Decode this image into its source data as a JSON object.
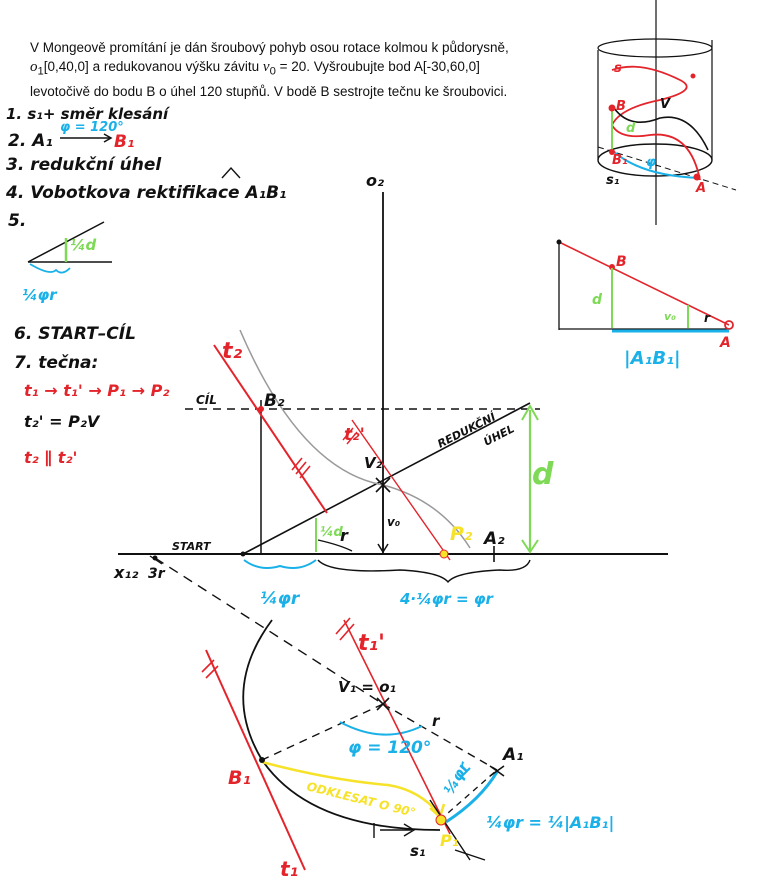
{
  "problem": {
    "line1": "V Mongeově promítání je dán šroubový pohyb osou rotace kolmou k půdorysně,",
    "o1": "o",
    "o1_sub": "1",
    "o1_coords": "[0,40,0]",
    "mid_text": " a redukovanou výšku závitu ",
    "v0": "v",
    "v0_sub": "0",
    "v0_value": " = 20",
    "line2_end": ". Vyšroubujte bod A[-30,60,0]",
    "line3": "levotočivě do bodu B o úhel 120 stupňů. V bodě B sestrojte tečnu ke šroubovici."
  },
  "steps": {
    "s1": "1. s₁+ smĕr klesání",
    "s2_a": "2. A₁",
    "s2_phi": "φ = 120°",
    "s2_b": "B₁",
    "s3": "3. redukční úhel",
    "s4": "4. Vobotkova rektifikace A₁B₁",
    "s5": "5.",
    "s5_d": "¼d",
    "s5_phr": "¼φr",
    "s6": "6. START–CÍL",
    "s7": "7. tečna:",
    "s7_l1": "t₁ → t₁' → P₁ → P₂",
    "s7_l2": "t₂' = P₂V",
    "s7_l3": "t₂ ∥ t₂'"
  },
  "inset_top": {
    "labels": [
      "s",
      "B",
      "V",
      "d",
      "A",
      "φ",
      "s₁",
      "B₁"
    ]
  },
  "inset_right": {
    "B": "B",
    "A": "A",
    "d": "d",
    "v0": "v₀",
    "r": "r",
    "arc": "|A₁B₁|"
  },
  "main": {
    "o2": "o₂",
    "t2": "t₂",
    "cil": "CÍL",
    "B2": "B₂",
    "t2p": "t₂'",
    "reduk1": "REDUKČNÍ",
    "reduk2": "ÚHEL",
    "V2": "V₂",
    "d": "d",
    "v0": "v₀",
    "quarter_d": "¼d",
    "r": "r",
    "P2": "P₂",
    "A2": "A₂",
    "start": "START",
    "x12": "x₁₂",
    "threer": "3r",
    "quarter_phr": "¼φr",
    "four_phr": "4·¼φr = φr",
    "t1p": "t₁'",
    "V1": "V₁ = o₁",
    "r_lower": "r",
    "phi120": "φ = 120°",
    "A1": "A₁",
    "B1": "B₁",
    "odklesat": "ODKLESAT O 90°",
    "quarter_phr_2": "¼φr",
    "quarter_phr_3": "¼φr = ¼|A₁B₁|",
    "P1": "P₁",
    "s1": "s₁",
    "t1": "t₁"
  },
  "colors": {
    "red": "#e3242b",
    "cyan": "#1ab0e8",
    "green": "#7ed957",
    "yellow": "#f7e22a",
    "black": "#111111",
    "gray": "#9a9a9a"
  }
}
